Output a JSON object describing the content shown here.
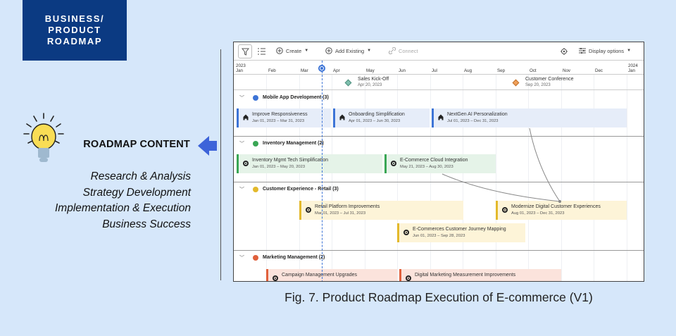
{
  "badge": {
    "line1": "BUSINESS/",
    "line2": "PRODUCT",
    "line3": "ROADMAP"
  },
  "content": {
    "title": "ROADMAP CONTENT",
    "items": [
      "Research & Analysis",
      "Strategy Development",
      "Implementation & Execution",
      "Business Success"
    ]
  },
  "toolbar": {
    "create": "Create",
    "add_existing": "Add Existing",
    "connect": "Connect",
    "display_options": "Display options"
  },
  "timeline": {
    "months": [
      {
        "label": "Jan",
        "year": "2023"
      },
      {
        "label": "Feb"
      },
      {
        "label": "Mar"
      },
      {
        "label": "Apr"
      },
      {
        "label": "May"
      },
      {
        "label": "Jun"
      },
      {
        "label": "Jul"
      },
      {
        "label": "Aug"
      },
      {
        "label": "Sep"
      },
      {
        "label": "Oct"
      },
      {
        "label": "Nov"
      },
      {
        "label": "Dec"
      },
      {
        "label": "Jan",
        "year": "2024"
      }
    ],
    "milestones": [
      {
        "title": "Sales Kick-Off",
        "date": "Apr 20, 2023",
        "color": "#7fbfae"
      },
      {
        "title": "Customer Conference",
        "date": "Sep 20, 2023",
        "color": "#f0a05a"
      }
    ]
  },
  "groups": [
    {
      "title": "Mobile App Development (3)",
      "color": "#3d74d6"
    },
    {
      "title": "Inventory Management (2)",
      "color": "#3aa655"
    },
    {
      "title": "Customer Experience - Retail (3)",
      "color": "#e3b92b"
    },
    {
      "title": "Marketing Management (2)",
      "color": "#e0603c"
    }
  ],
  "bars": [
    {
      "title": "Improve Responsiveness",
      "dates": "Jan 01, 2023 – Mar 31, 2023"
    },
    {
      "title": "Onboarding Simplification",
      "dates": "Apr 01, 2023 – Jun 30, 2023"
    },
    {
      "title": "NextGen AI Personalization",
      "dates": "Jul 01, 2023 – Dec 31, 2023"
    },
    {
      "title": "Inventory Mgmt Tech Simplification",
      "dates": "Jan 01, 2023 – May 20, 2023"
    },
    {
      "title": "E-Commerce Cloud Integration",
      "dates": "May 21, 2023 – Aug 30, 2023"
    },
    {
      "title": "Retail Platform Improvements",
      "dates": "Mar 01, 2023 – Jul 31, 2023"
    },
    {
      "title": "Modernize Digital Customer Experiences",
      "dates": "Aug 01, 2023 – Dec 31, 2023"
    },
    {
      "title": "E-Commerces Customer Journey Mapping",
      "dates": "Jun 01, 2023 – Sep 28, 2023"
    },
    {
      "title": "Campaign Management Upgrades",
      "dates": ""
    },
    {
      "title": "Digital Marketing Measurement Improvements",
      "dates": ""
    }
  ],
  "caption": "Fig. 7. Product Roadmap Execution of E-commerce (V1)"
}
